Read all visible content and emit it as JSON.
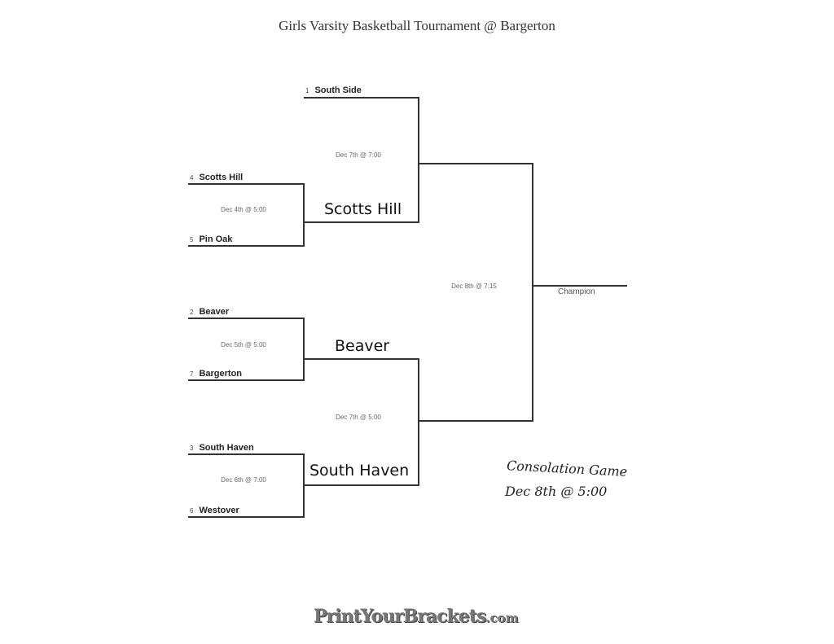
{
  "title": "Girls Varsity Basketball Tournament @ Bargerton",
  "round1": [
    {
      "seed": "1",
      "team": "South Side"
    },
    {
      "seed": "4",
      "team": "Scotts Hill"
    },
    {
      "seed": "5",
      "team": "Pin Oak"
    },
    {
      "seed": "2",
      "team": "Beaver"
    },
    {
      "seed": "7",
      "team": "Bargerton"
    },
    {
      "seed": "3",
      "team": "South Haven"
    },
    {
      "seed": "6",
      "team": "Westover"
    }
  ],
  "dates": {
    "game_4v5": "Dec 4th @ 5:00",
    "game_2v7": "Dec 5th @ 5:00",
    "game_3v6": "Dec 6th @ 7:00",
    "semi_top": "Dec 7th @ 7:00",
    "semi_bottom": "Dec 7th @ 5:00",
    "final": "Dec 8th @ 7:15"
  },
  "winners": {
    "game_4v5": "Scotts Hill",
    "game_2v7": "Beaver",
    "game_3v6": "South Haven"
  },
  "champion_label": "Champion",
  "note": {
    "line1": "Consolation Game",
    "line2": "Dec 8th @ 5:00"
  },
  "logo": {
    "main": "PrintYourBrackets",
    "suffix": ".com"
  }
}
